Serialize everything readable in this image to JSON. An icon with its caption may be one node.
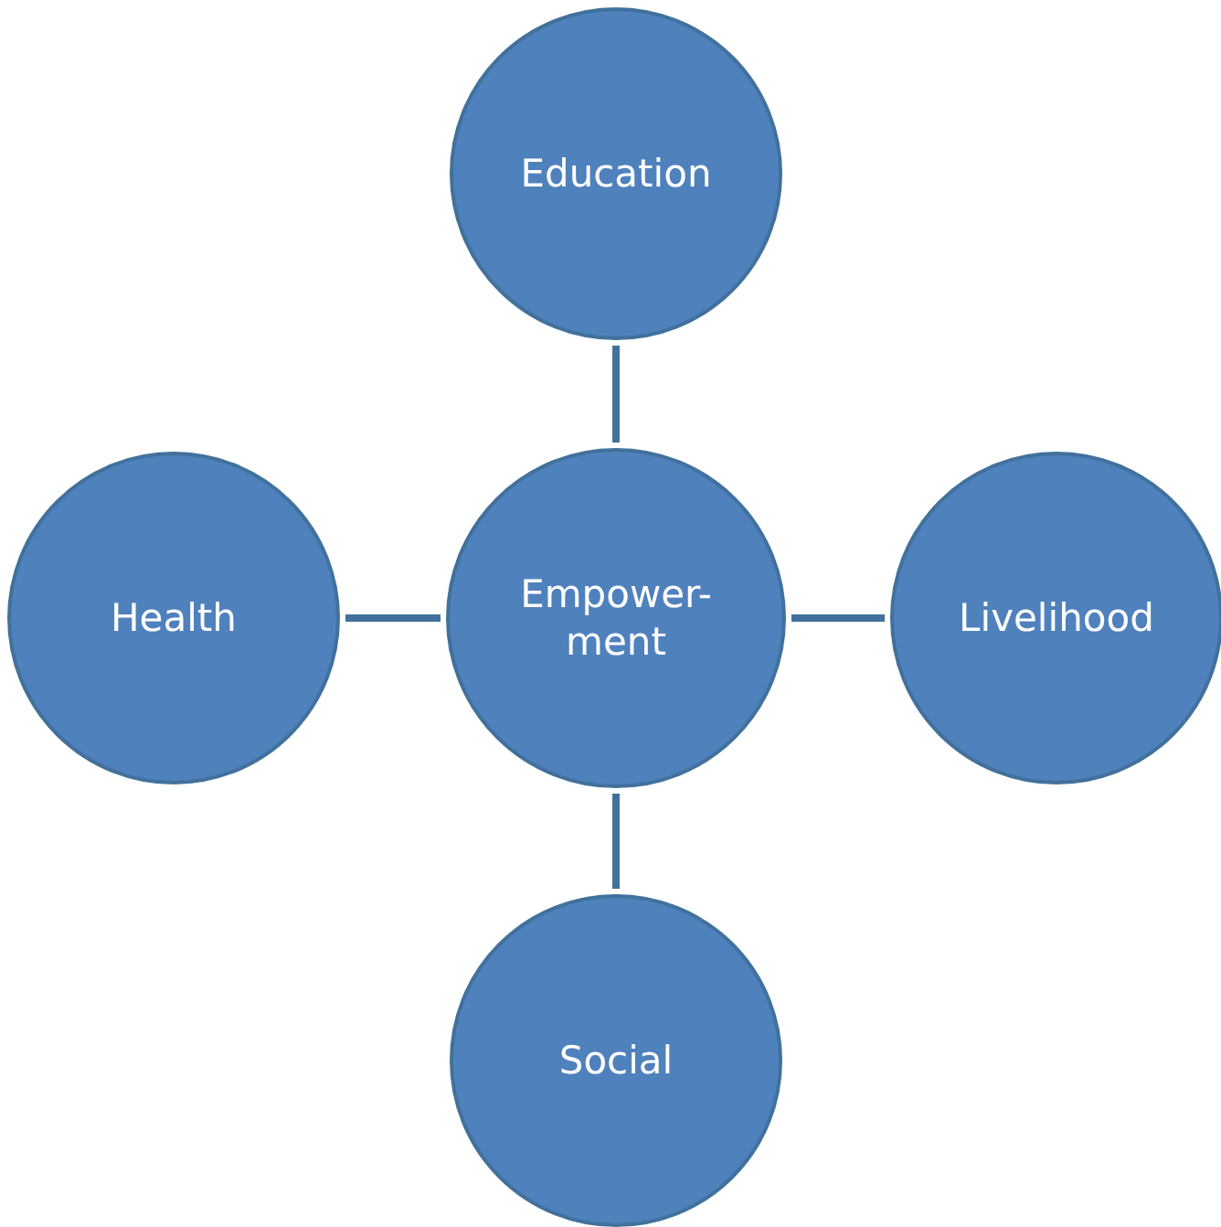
{
  "diagram": {
    "nodes": [
      {
        "text": [
          "Education"
        ]
      },
      {
        "text": [
          "Health"
        ]
      },
      {
        "text": [
          "Empower- ment"
        ]
      },
      {
        "text": [
          "Livelihood"
        ]
      },
      {
        "text": [
          "Social"
        ]
      }
    ],
    "edges": [
      {
        "from": 2,
        "to": 0,
        "arrow": "none"
      },
      {
        "from": 2,
        "to": 1,
        "arrow": "none"
      },
      {
        "from": 2,
        "to": 3,
        "arrow": "none"
      },
      {
        "from": 2,
        "to": 4,
        "arrow": "none"
      }
    ]
  }
}
